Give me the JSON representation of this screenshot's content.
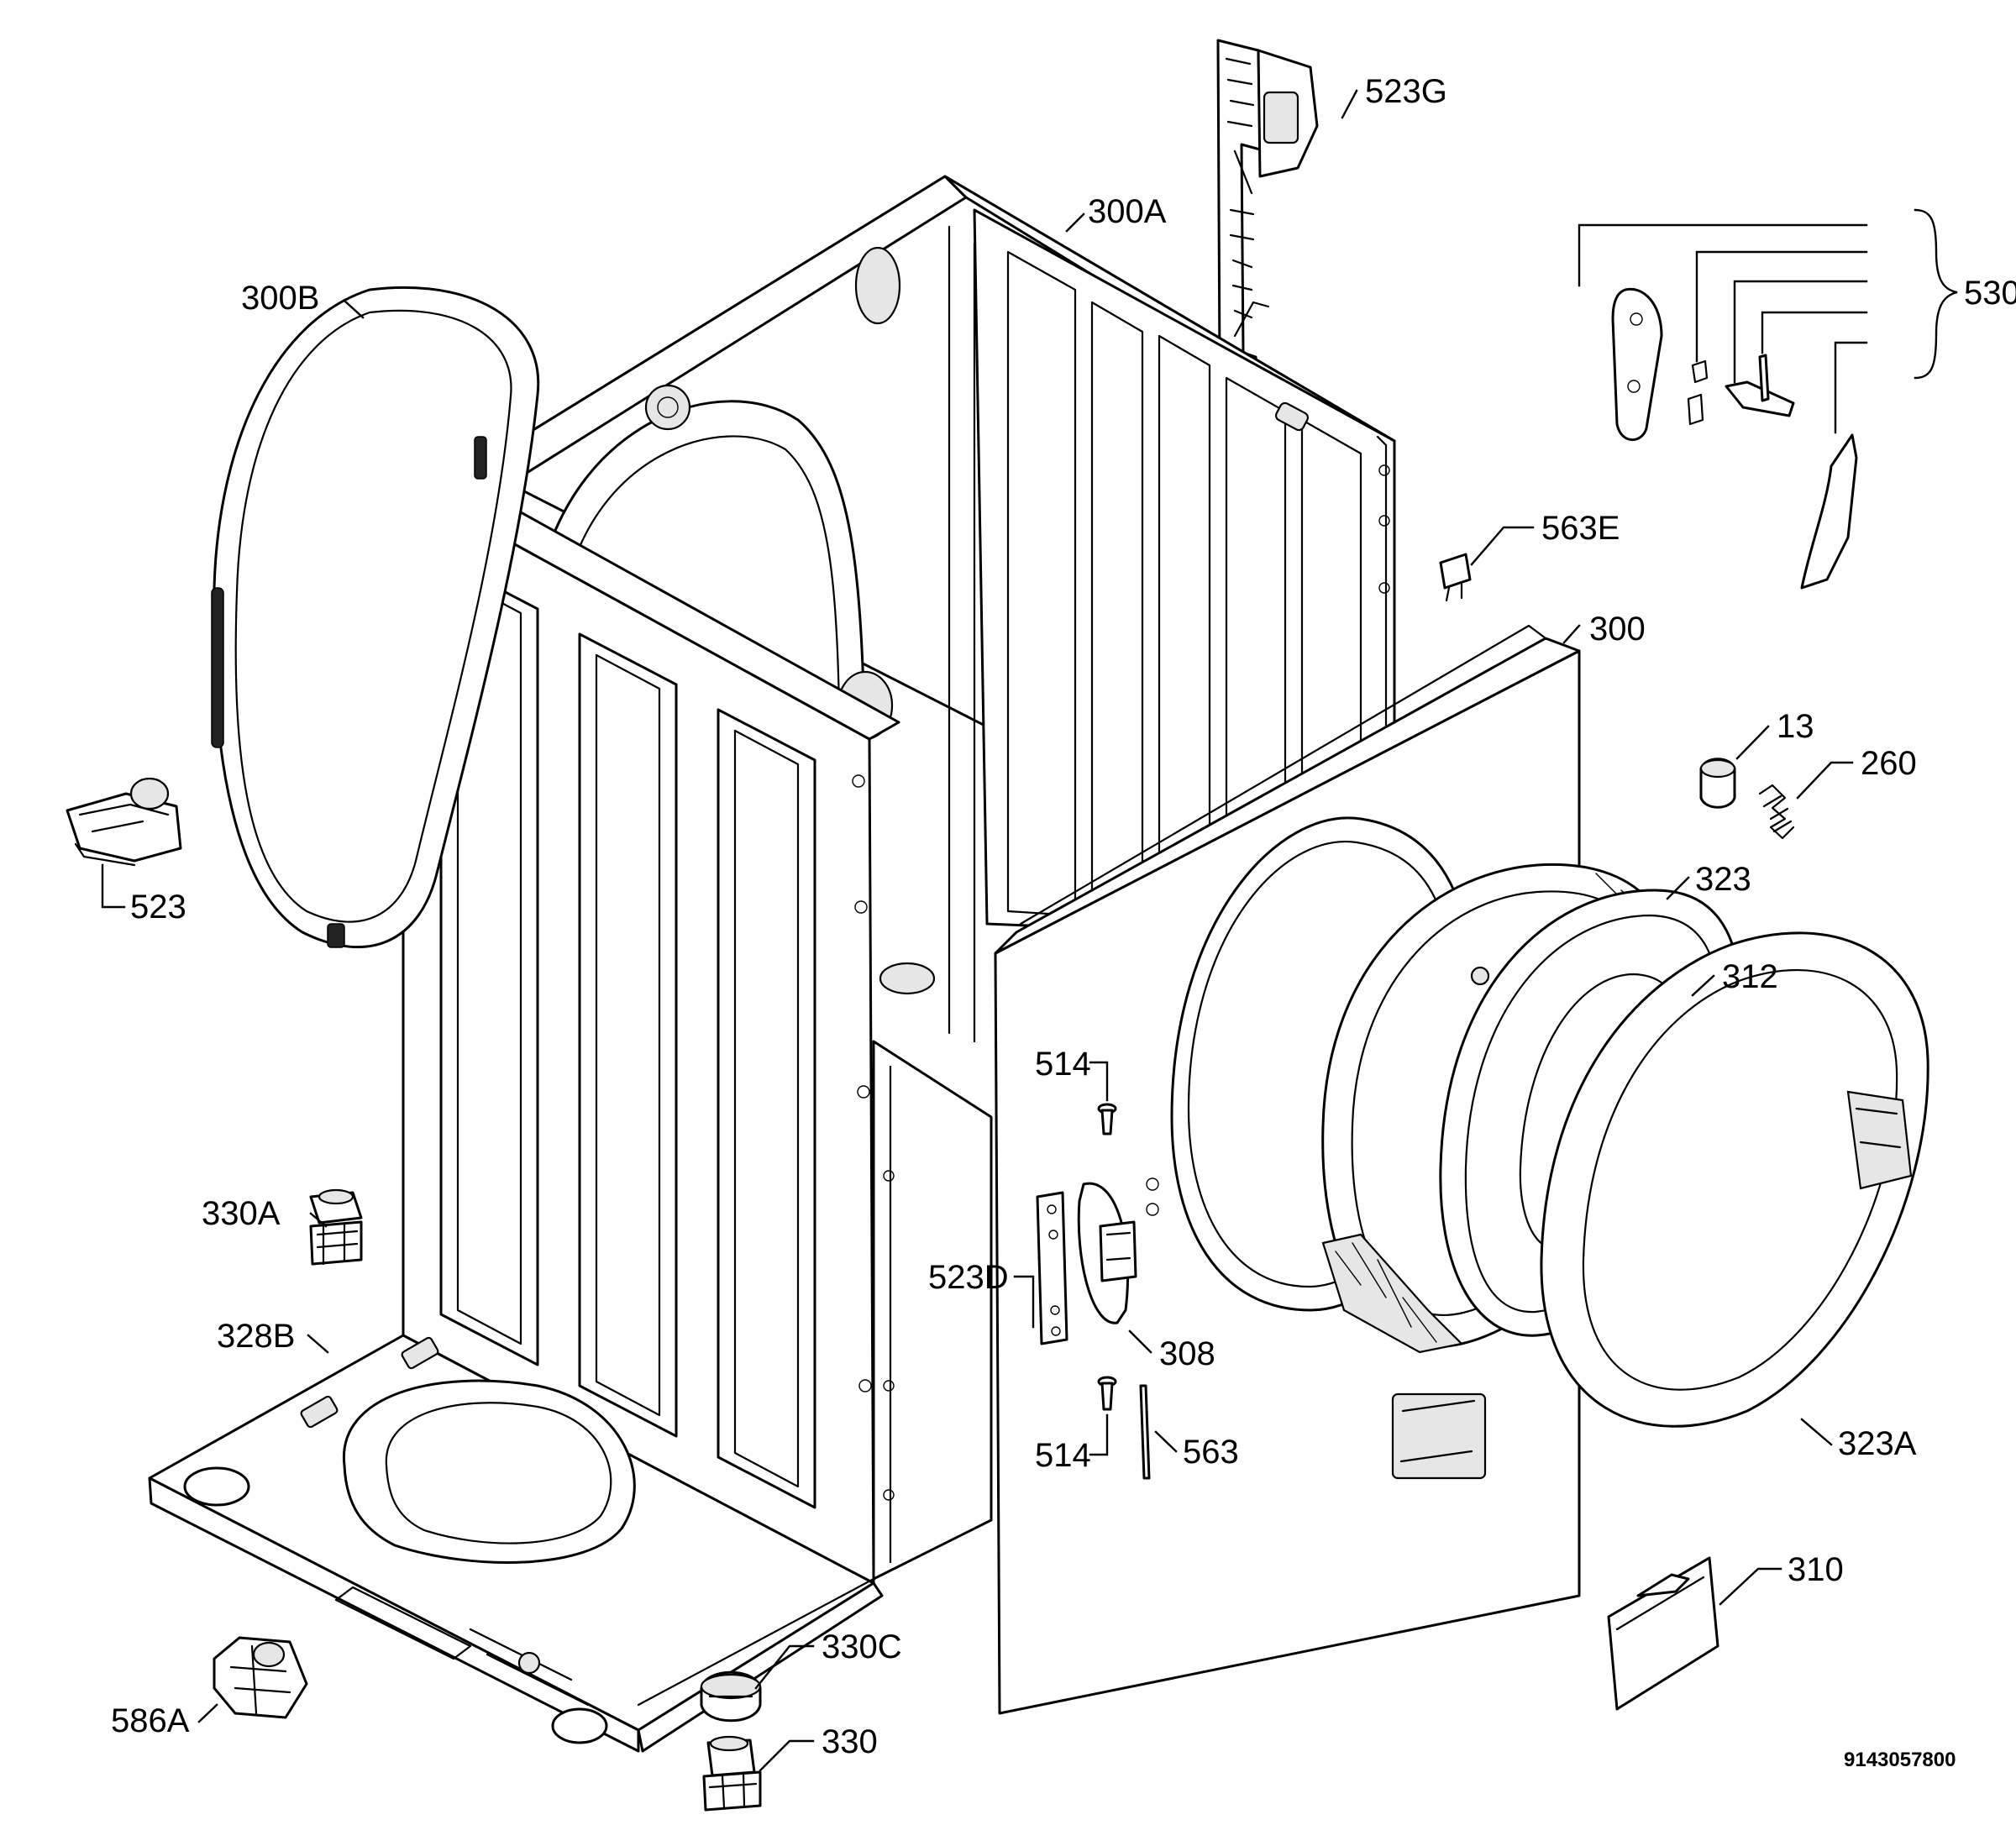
{
  "labels": {
    "l523G": "523G",
    "l300A": "300A",
    "l300B": "300B",
    "l530": "530",
    "l563E": "563E",
    "l300": "300",
    "l13": "13",
    "l260": "260",
    "l323": "323",
    "l312": "312",
    "l523": "523",
    "l514a": "514",
    "l330A": "330A",
    "l523D": "523D",
    "l308": "308",
    "l328B": "328B",
    "l514b": "514",
    "l563": "563",
    "l323A": "323A",
    "l310": "310",
    "l330C": "330C",
    "l586A": "586A",
    "l330": "330"
  },
  "reference_number": "9143057800"
}
